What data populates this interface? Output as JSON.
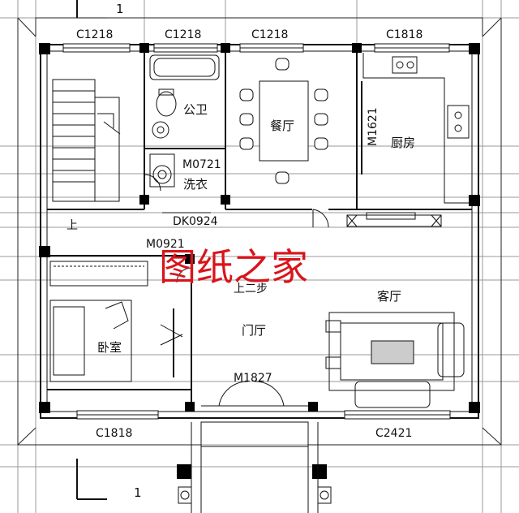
{
  "rooms": {
    "dining": "餐厅",
    "kitchen": "厨房",
    "public_bath": "公卫",
    "laundry": "洗衣",
    "living": "客厅",
    "hall": "门厅",
    "bedroom": "卧室",
    "stair_up": "上",
    "steps_up": "上二步"
  },
  "openings": {
    "window_top_1": "C1218",
    "window_top_2": "C1218",
    "window_top_3": "C1218",
    "window_top_4": "C1818",
    "window_bottom_left": "C1818",
    "window_bottom_right": "C2421",
    "door_kitchen": "M1621",
    "door_laundry": "M0721",
    "door_opening": "DK0924",
    "door_bedroom": "M0921",
    "door_main": "M1827"
  },
  "axis": {
    "top": "1",
    "bottom": "1"
  },
  "watermark": "图纸之家"
}
